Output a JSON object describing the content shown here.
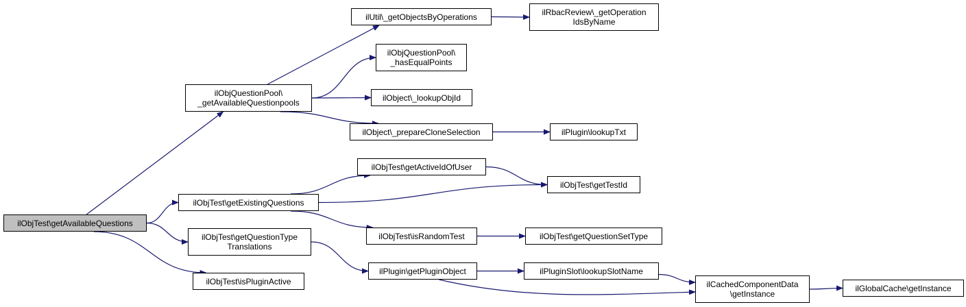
{
  "colors": {
    "edge": "#191970",
    "node_border": "#000000",
    "root_fill": "#bfbfbf",
    "node_fill": "#ffffff"
  },
  "nodes": {
    "n0": "ilObjTest\\getAvailableQuestions",
    "n1": "ilObjQuestionPool\\\n_getAvailableQuestionpools",
    "n2": "ilUtil\\_getObjectsByOperations",
    "n3": "ilRbacReview\\_getOperation\nIdsByName",
    "n4": "ilObjQuestionPool\\\n_hasEqualPoints",
    "n5": "ilObject\\_lookupObjId",
    "n6": "ilObject\\_prepareCloneSelection",
    "n7": "ilPlugin\\lookupTxt",
    "n8": "ilObjTest\\getExistingQuestions",
    "n9": "ilObjTest\\getActiveIdOfUser",
    "n10": "ilObjTest\\getTestId",
    "n11": "ilObjTest\\isRandomTest",
    "n12": "ilObjTest\\getQuestionSetType",
    "n13": "ilObjTest\\getQuestionType\nTranslations",
    "n14": "ilPlugin\\getPluginObject",
    "n15": "ilPluginSlot\\lookupSlotName",
    "n16": "ilCachedComponentData\n\\getInstance",
    "n17": "ilGlobalCache\\getInstance",
    "n18": "ilObjTest\\isPluginActive"
  },
  "edges": [
    [
      "n0",
      "n1"
    ],
    [
      "n0",
      "n8"
    ],
    [
      "n0",
      "n13"
    ],
    [
      "n0",
      "n18"
    ],
    [
      "n1",
      "n2"
    ],
    [
      "n1",
      "n4"
    ],
    [
      "n1",
      "n5"
    ],
    [
      "n1",
      "n6"
    ],
    [
      "n2",
      "n3"
    ],
    [
      "n6",
      "n7"
    ],
    [
      "n8",
      "n9"
    ],
    [
      "n8",
      "n10"
    ],
    [
      "n8",
      "n11"
    ],
    [
      "n9",
      "n10"
    ],
    [
      "n11",
      "n12"
    ],
    [
      "n13",
      "n14"
    ],
    [
      "n14",
      "n15"
    ],
    [
      "n14",
      "n16"
    ],
    [
      "n15",
      "n16"
    ],
    [
      "n16",
      "n17"
    ]
  ]
}
